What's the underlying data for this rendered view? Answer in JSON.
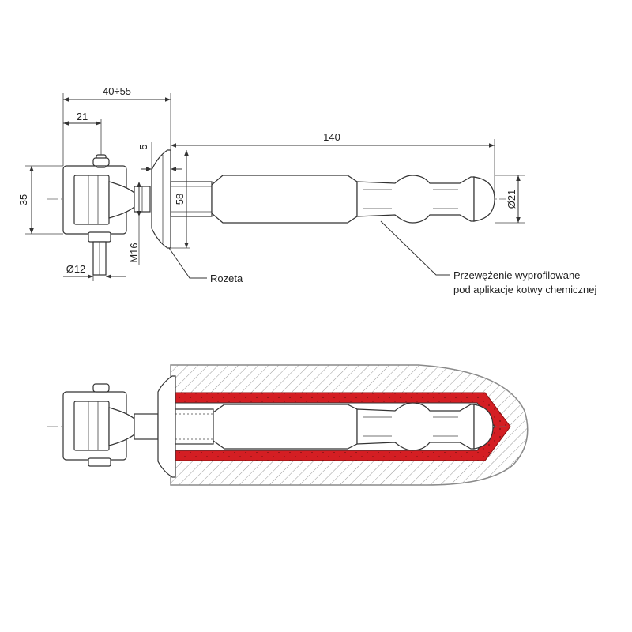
{
  "dimensions": {
    "overall_plate": "40÷55",
    "eye_offset": "21",
    "thickness": "5",
    "length": "140",
    "height": "35",
    "washer": "58",
    "bolt_diameter": "Ø12",
    "thread": "M16",
    "rod_diameter": "Ø21"
  },
  "callouts": {
    "rosette": "Rozeta",
    "narrowing_line1": "Przewężenie wyprofilowane",
    "narrowing_line2": "pod aplikacje kotwy chemicznej"
  },
  "colors": {
    "anchor_resin": "#d41e23",
    "concrete_hatch": "#9a9a9a",
    "outline": "#333333"
  }
}
